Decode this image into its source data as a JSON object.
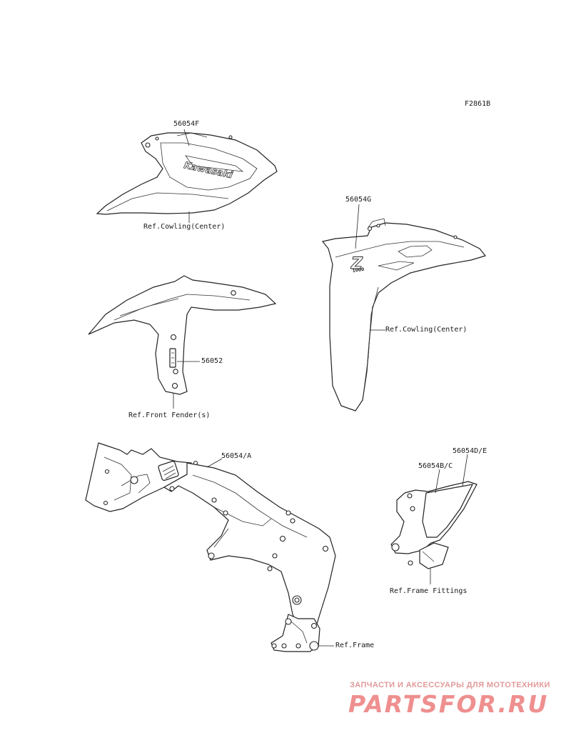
{
  "figure_code": "F2861B",
  "callouts": {
    "cowl_left_part": "56054F",
    "cowl_left_ref": "Ref.Cowling(Center)",
    "cowl_left_logo": "Kawasaki",
    "cowl_right_part": "56054G",
    "cowl_right_ref": "Ref.Cowling(Center)",
    "cowl_right_logo": "Z",
    "cowl_right_logo_sub": "1000",
    "fender_part": "56052",
    "fender_ref": "Ref.Front Fender(s)",
    "frame_part": "56054/A",
    "frame_ref": "Ref.Frame",
    "fitting_part_1": "56054D/E",
    "fitting_part_2": "56054B/C",
    "fitting_ref": "Ref.Frame Fittings"
  },
  "watermark": {
    "tagline": "ЗАПЧАСТИ И АКСЕССУАРЫ ДЛЯ МОТОТЕХНИКИ",
    "logo": "PARTSFOR.RU"
  },
  "colors": {
    "line": "#222222",
    "watermark": "#ef8f8f"
  }
}
